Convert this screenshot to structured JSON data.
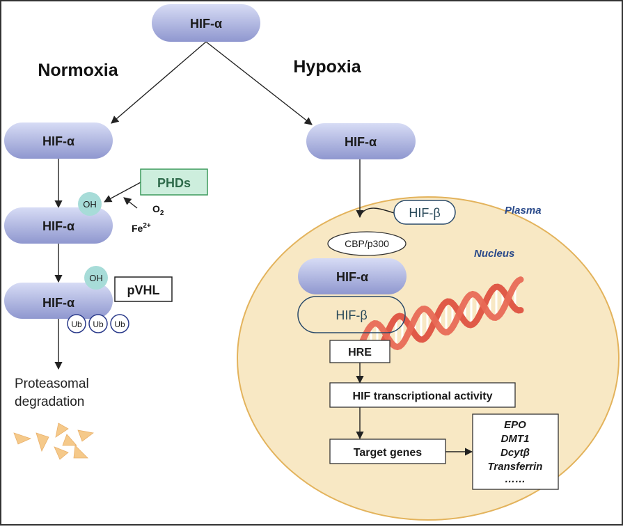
{
  "sections": {
    "normoxia": "Normoxia",
    "hypoxia": "Hypoxia"
  },
  "nodes": {
    "hif_alpha_top": "HIF-α",
    "hif_alpha_normoxia_1": "HIF-α",
    "hif_alpha_normoxia_2": "HIF-α",
    "hif_alpha_normoxia_3": "HIF-α",
    "hif_alpha_hypoxia_1": "HIF-α",
    "hif_alpha_nucleus": "HIF-α",
    "hif_beta_plasma": "HIF-β",
    "hif_beta_nucleus": "HIF-β",
    "cbp_p300": "CBP/p300",
    "phds": "PHDs",
    "pvhl": "pVHL",
    "oh_1": "OH",
    "oh_2": "OH",
    "ub_1": "Ub",
    "ub_2": "Ub",
    "ub_3": "Ub",
    "o2_base": "O",
    "o2_sub": "2",
    "fe_base": "Fe",
    "fe_sup": "2+",
    "hre": "HRE",
    "hif_activity": "HIF transcriptional activity",
    "target_genes": "Target genes"
  },
  "degradation": {
    "line1": "Proteasomal",
    "line2": "degradation"
  },
  "regions": {
    "plasma": "Plasma",
    "nucleus": "Nucleus"
  },
  "genes": [
    "EPO",
    "DMT1",
    "Dcytβ",
    "Transferrin",
    "……"
  ],
  "colors": {
    "pill_top": "#d7dcf5",
    "pill_bottom": "#8f97cf",
    "cell_fill": "#f8e8c4",
    "cell_stroke": "#e3b35c",
    "phds_fill": "#cdeedd",
    "phds_stroke": "#3c9a5c",
    "phds_text": "#2e6a4a",
    "oh_fill": "#a7dcd8",
    "ub_stroke": "#2a3a8a",
    "region_label": "#2a4a8a",
    "dna": "#e05a48",
    "fragment": "#f5c98a"
  }
}
